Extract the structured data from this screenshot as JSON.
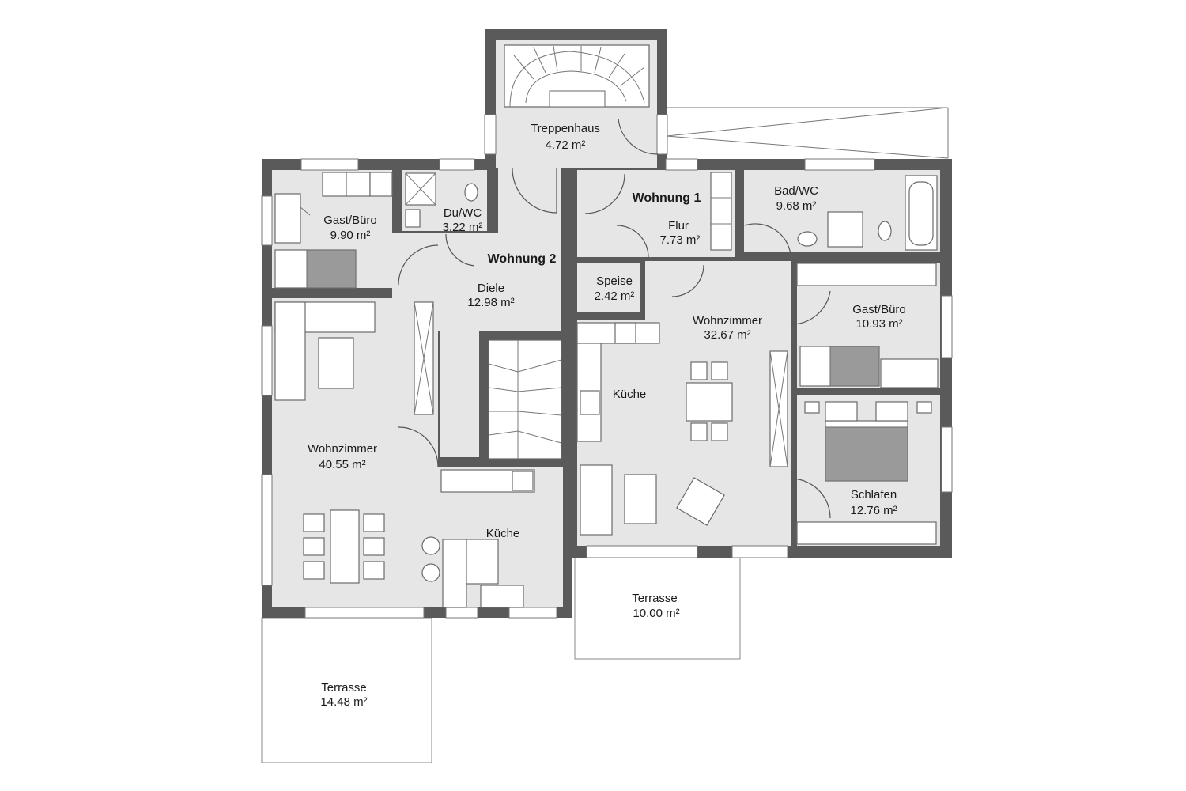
{
  "floorplan": {
    "units": {
      "unit1": "Wohnung 1",
      "unit2": "Wohnung 2"
    },
    "rooms": {
      "treppenhaus": {
        "name": "Treppenhaus",
        "area": "4.72 m²"
      },
      "gast_buero_left": {
        "name": "Gast/Büro",
        "area": "9.90 m²"
      },
      "du_wc": {
        "name": "Du/WC",
        "area": "3.22 m²"
      },
      "diele": {
        "name": "Diele",
        "area": "12.98 m²"
      },
      "flur": {
        "name": "Flur",
        "area": "7.73 m²"
      },
      "bad_wc": {
        "name": "Bad/WC",
        "area": "9.68 m²"
      },
      "speise": {
        "name": "Speise",
        "area": "2.42 m²"
      },
      "wohnzimmer_right": {
        "name": "Wohnzimmer",
        "area": "32.67 m²"
      },
      "gast_buero_right": {
        "name": "Gast/Büro",
        "area": "10.93 m²"
      },
      "kueche_right": {
        "name": "Küche"
      },
      "wohnzimmer_left": {
        "name": "Wohnzimmer",
        "area": "40.55 m²"
      },
      "schlafen": {
        "name": "Schlafen",
        "area": "12.76 m²"
      },
      "kueche_left": {
        "name": "Küche"
      },
      "terrasse_mid": {
        "name": "Terrasse",
        "area": "10.00 m²"
      },
      "terrasse_left": {
        "name": "Terrasse",
        "area": "14.48 m²"
      }
    },
    "colors": {
      "wall": "#5a5a5a",
      "floor": "#e6e6e6",
      "furniture": "#ffffff",
      "bed_cover": "#9a9a9a"
    }
  }
}
